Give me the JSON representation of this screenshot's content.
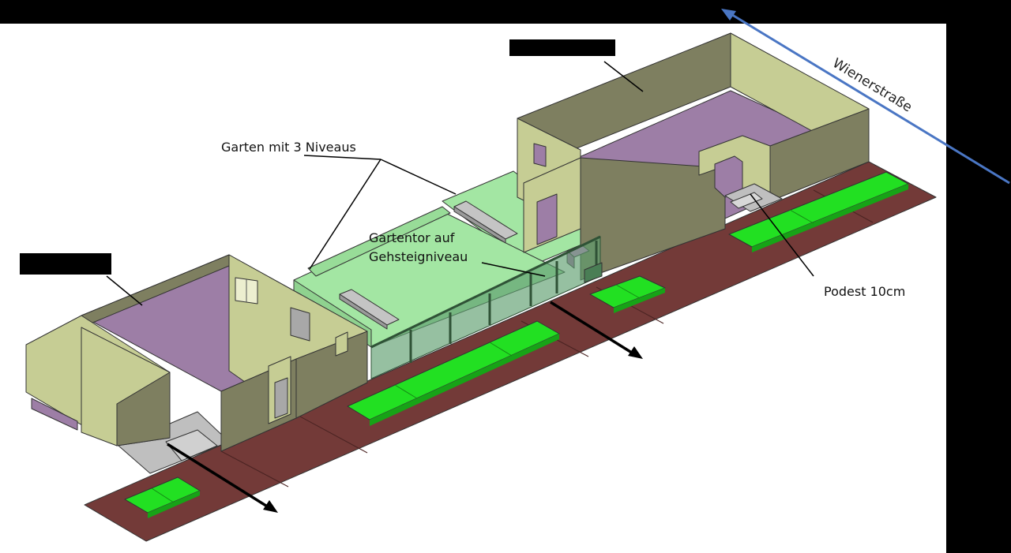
{
  "annotations": {
    "garden": "Garten mit 3 Niveaus",
    "gate_line1": "Gartentor auf",
    "gate_line2": "Gehsteigniveau",
    "platform": "Podest 10cm",
    "street": "Wienerstraße"
  },
  "redacted_labels": [
    "",
    ""
  ],
  "colors": {
    "background": "#000000",
    "canvas": "#ffffff",
    "sidewalk": "#733a38",
    "wall_light": "#c6cd94",
    "wall_dark": "#7e7f60",
    "floor": "#9d7ea6",
    "garden": "#a3e6a3",
    "planter": "#22e022",
    "street_arrow": "#4a76c4",
    "gate_glass": "#5e9e6e"
  }
}
